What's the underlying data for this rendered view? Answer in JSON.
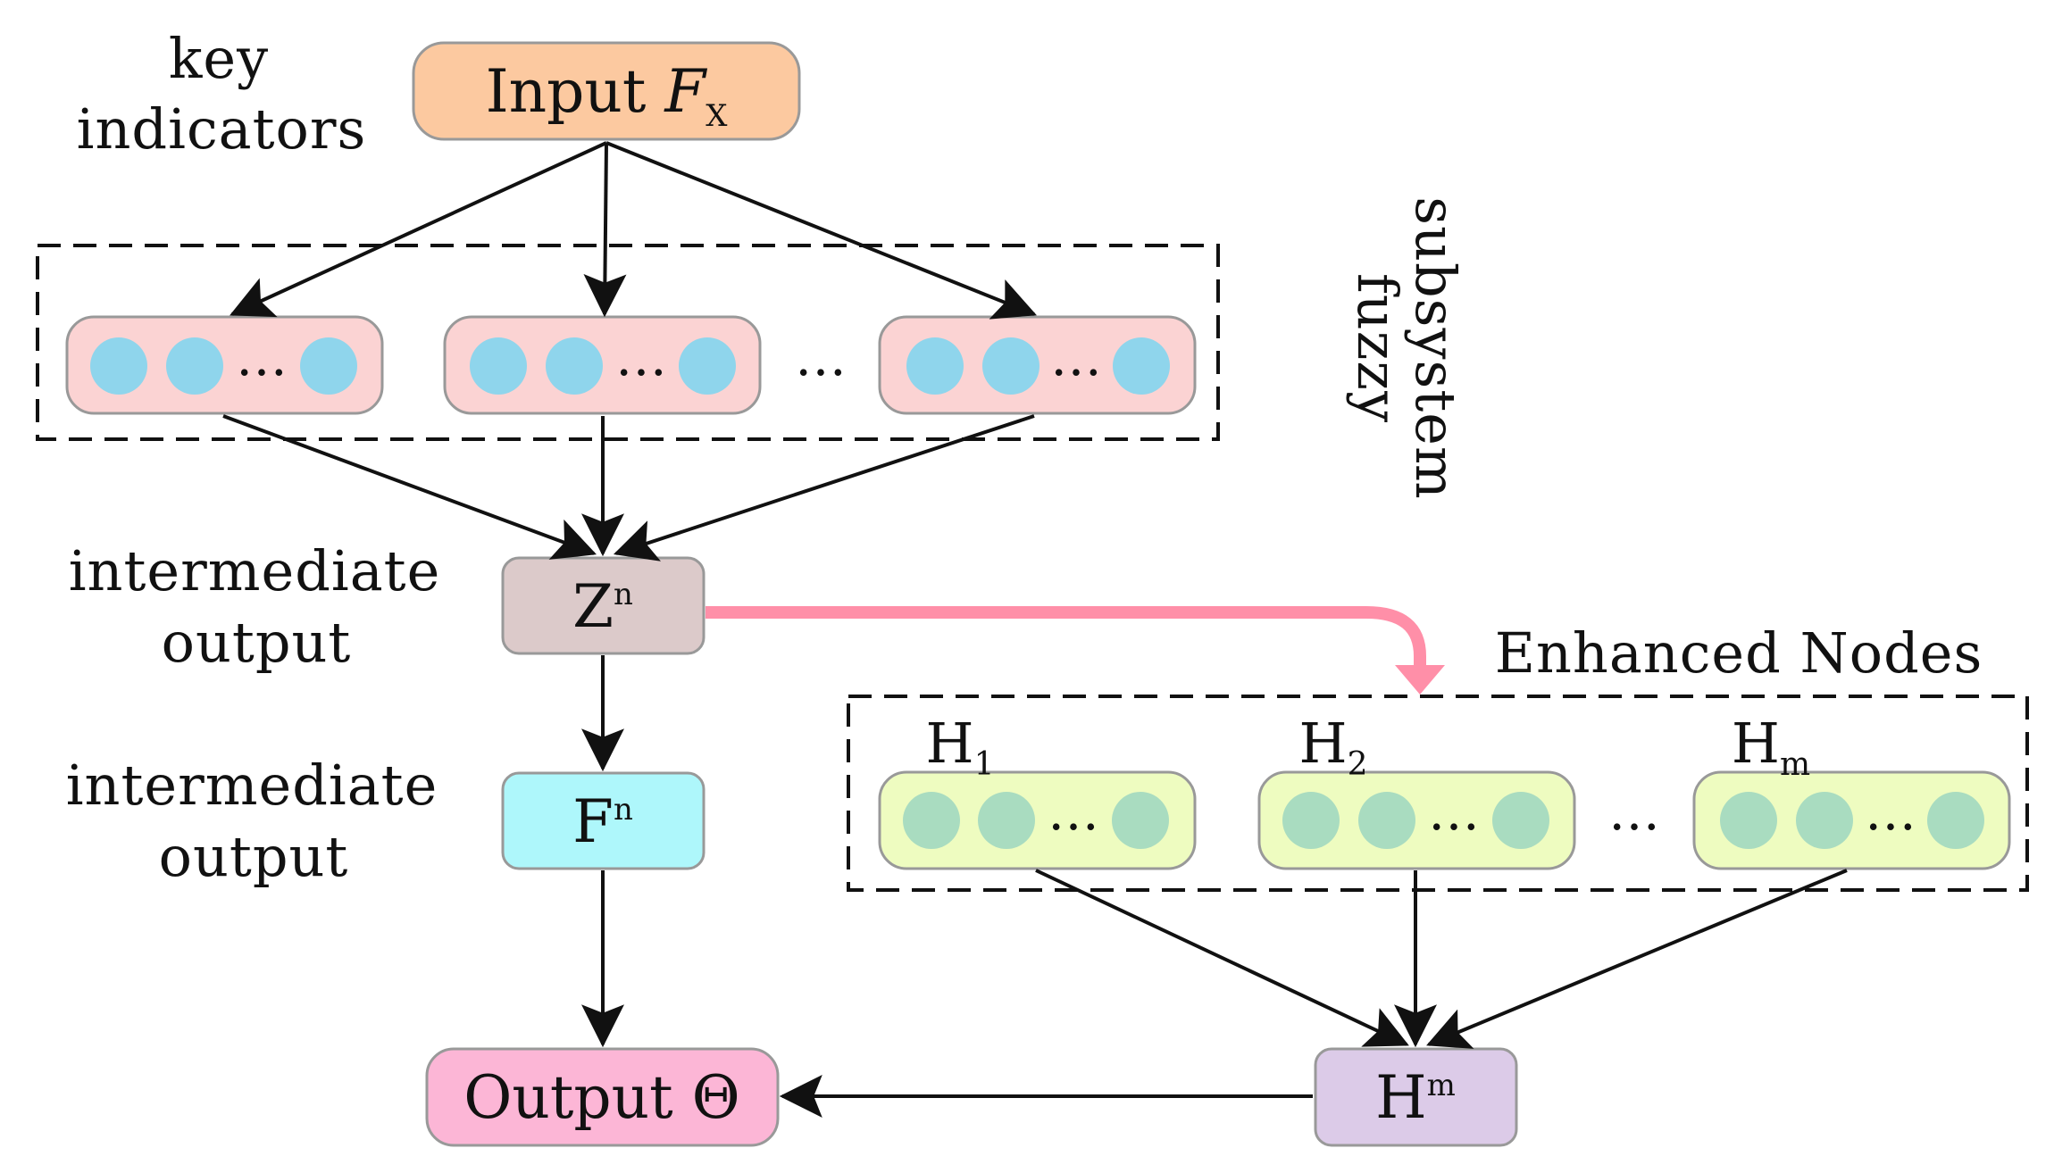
{
  "labels": {
    "key_indicators_line1": "key",
    "key_indicators_line2": "indicators",
    "fuzzy_line1": "fuzzy",
    "fuzzy_line2": "subsystem",
    "intermediate1_line1": "intermediate",
    "intermediate1_line2": "output",
    "intermediate2_line1": "intermediate",
    "intermediate2_line2": "output",
    "enhanced_nodes": "Enhanced Nodes"
  },
  "nodes": {
    "input": {
      "main": "Input ",
      "italic": "F",
      "sub": "X"
    },
    "z": {
      "main": "Z",
      "sup": "n"
    },
    "f": {
      "main": "F",
      "sup": "n"
    },
    "output": {
      "main": "Output Θ"
    },
    "hm": {
      "main": "H",
      "sup": "m"
    }
  },
  "enhanced": {
    "h1": {
      "main": "H",
      "sub": "1"
    },
    "h2": {
      "main": "H",
      "sub": "2"
    },
    "hm": {
      "main": "H",
      "sub": "m"
    }
  },
  "ellipsis": "…",
  "colors": {
    "input_fill": "#fcc9a0",
    "fuzzy_group_fill": "#fbd3d3",
    "fuzzy_circle": "#8fd5ec",
    "z_fill": "#dccaca",
    "f_fill": "#aef7fb",
    "output_fill": "#fcb6d6",
    "hm_fill": "#dccbe8",
    "enh_group_fill": "#eefcc0",
    "enh_circle": "#a9dcc0",
    "pink_arrow": "#ff8fa8",
    "stroke": "#111111"
  }
}
